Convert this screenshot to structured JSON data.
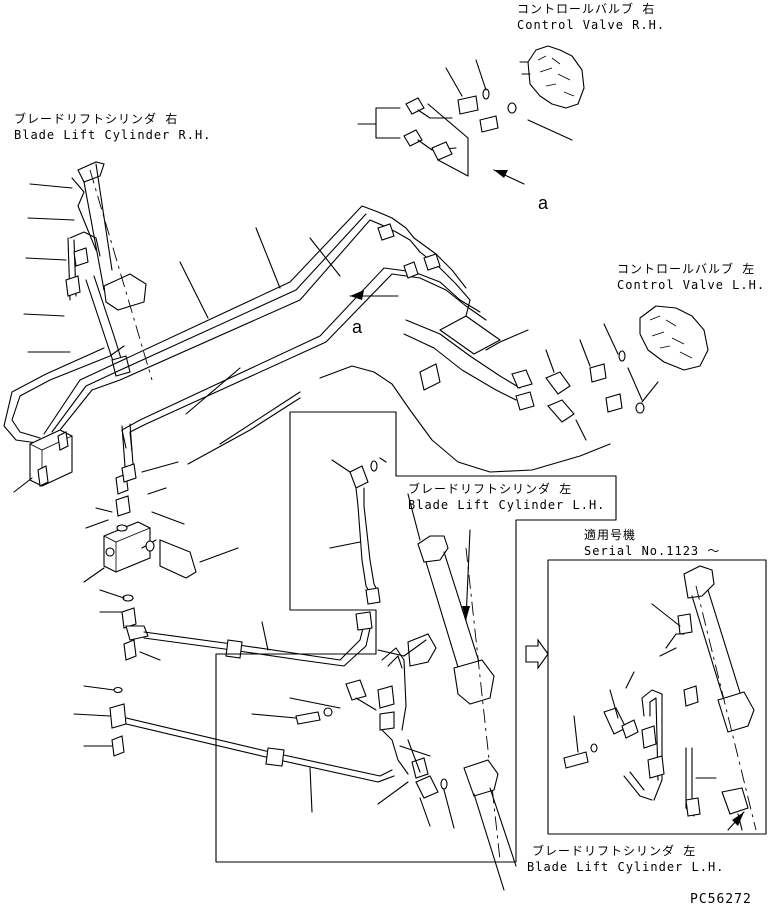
{
  "labels": {
    "cv_rh_jp": "コントロールバルブ 右",
    "cv_rh_en": "Control Valve R.H.",
    "blc_rh_jp": "ブレードリフトシリンダ 右",
    "blc_rh_en": "Blade Lift Cylinder R.H.",
    "cv_lh_jp": "コントロールバルブ 左",
    "cv_lh_en": "Control Valve L.H.",
    "blc_lh_jp": "ブレードリフトシリンダ 左",
    "blc_lh_en": "Blade Lift Cylinder L.H.",
    "serial_jp": "適用号機",
    "serial_en": "Serial No.1123 ～",
    "blc_lh2_jp": "ブレードリフトシリンダ 左",
    "blc_lh2_en": "Blade Lift Cylinder L.H.",
    "arrow_a_top": "a",
    "arrow_a_mid": "a",
    "drawing_no": "PC56272"
  }
}
